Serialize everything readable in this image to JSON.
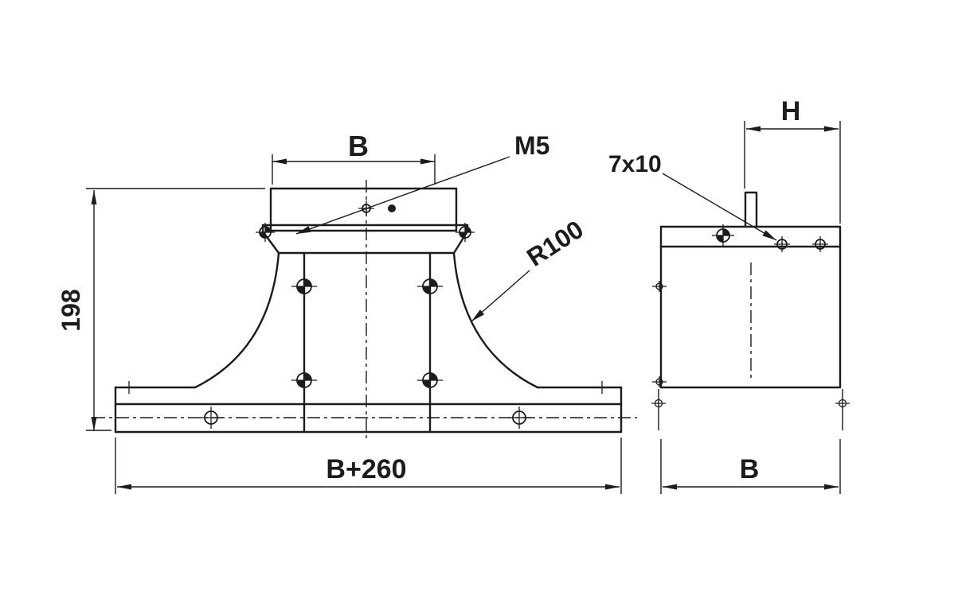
{
  "drawing": {
    "labels": {
      "front_top_width": "B",
      "thread": "M5",
      "height": "198",
      "radius": "R100",
      "front_bottom_width": "B+260",
      "slot": "7x10",
      "side_top_width": "H",
      "side_bottom_width": "B"
    },
    "colors": {
      "line": "#1c1c1c",
      "background": "#ffffff"
    }
  }
}
